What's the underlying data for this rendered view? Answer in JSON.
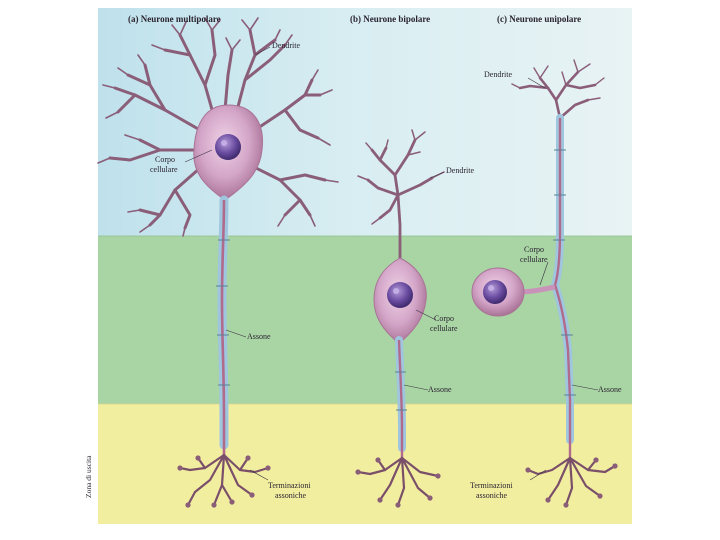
{
  "panels": {
    "a": {
      "title": "(a) Neurone multipolare",
      "dendrite": "Dendrite",
      "body_line1": "Corpo",
      "body_line2": "cellulare",
      "axon": "Assone",
      "term_line1": "Terminazioni",
      "term_line2": "assoniche"
    },
    "b": {
      "title": "(b) Neurone bipolare",
      "dendrite": "Dendrite",
      "body_line1": "Corpo",
      "body_line2": "cellulare",
      "axon": "Assone"
    },
    "c": {
      "title": "(c) Neurone unipolare",
      "dendrite": "Dendrite",
      "body_line1": "Corpo",
      "body_line2": "cellulare",
      "axon": "Assone",
      "term_line1": "Terminazioni",
      "term_line2": "assoniche"
    }
  },
  "zones": {
    "output": "Zona di uscita"
  },
  "colors": {
    "zone_top": "#cfe8ef",
    "zone_mid": "#a9d4a4",
    "zone_bottom": "#f2eea0",
    "cell": "#cc9bc2",
    "cell_dark": "#8a5d78",
    "nucleus": "#5b3f92",
    "myelin": "#9fc6de",
    "axon_core": "#b06a8c"
  }
}
